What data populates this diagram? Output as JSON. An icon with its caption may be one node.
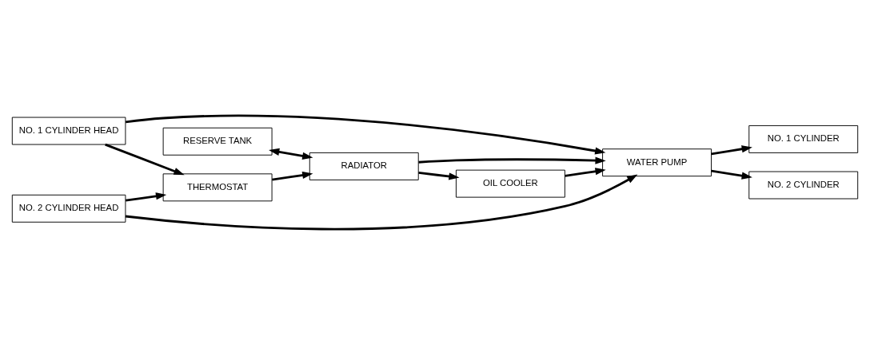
{
  "diagram": {
    "nodes": [
      {
        "text": [
          "RESERVE TANK"
        ]
      },
      {
        "text": [
          "RADIATOR"
        ]
      },
      {
        "text": [
          "OIL COOLER"
        ]
      },
      {
        "text": [
          "NO. 1 CYLINDER HEAD"
        ]
      },
      {
        "text": [
          "NO. 1 CYLINDER"
        ]
      },
      {
        "text": [
          "THERMOSTAT"
        ]
      },
      {
        "text": [
          "WATER PUMP"
        ]
      },
      {
        "text": [
          "NO. 2 CYLINDER"
        ]
      },
      {
        "text": [
          "NO. 2 CYLINDER HEAD"
        ]
      }
    ],
    "edges": [
      {
        "from": 0,
        "to": 1,
        "arrow": "both"
      },
      {
        "from": 5,
        "to": 1,
        "arrow": "to"
      },
      {
        "from": 1,
        "to": 2,
        "arrow": "to"
      },
      {
        "from": 1,
        "to": 6,
        "arrow": "to"
      },
      {
        "from": 2,
        "to": 6,
        "arrow": "to"
      },
      {
        "from": 6,
        "to": 4,
        "arrow": "to"
      },
      {
        "from": 6,
        "to": 7,
        "arrow": "to"
      },
      {
        "from": 3,
        "to": 5,
        "arrow": "to"
      },
      {
        "from": 8,
        "to": 5,
        "arrow": "to"
      },
      {
        "from": 3,
        "to": 6,
        "arrow": "to"
      },
      {
        "from": 8,
        "to": 6,
        "arrow": "to"
      }
    ]
  }
}
